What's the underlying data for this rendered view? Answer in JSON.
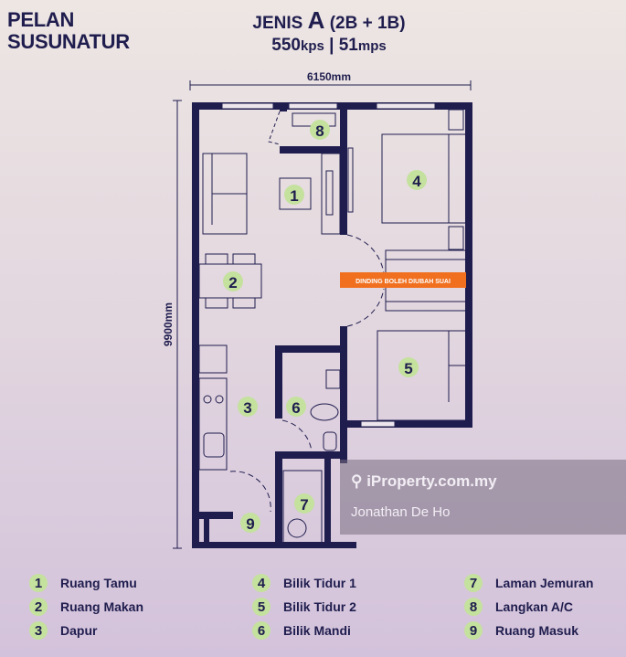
{
  "header": {
    "title_line1": "PELAN",
    "title_line2": "SUSUNATUR",
    "type_prefix": "JENIS",
    "type_letter": "A",
    "type_rooms": "(2B + 1B)",
    "area_sqft": "550",
    "area_sqft_unit": "kps",
    "separator": "|",
    "area_sqm": "51",
    "area_sqm_unit": "mps"
  },
  "dimensions": {
    "width": "6150mm",
    "height": "9900mm"
  },
  "plan": {
    "room_numbers": [
      "1",
      "2",
      "3",
      "4",
      "5",
      "6",
      "7",
      "8",
      "9"
    ],
    "partition_label": "DINDING BOLEH DIUBAH SUAI"
  },
  "watermark": {
    "site": "iProperty.com.my",
    "agent": "Jonathan De Ho"
  },
  "legend": [
    {
      "num": "1",
      "label": "Ruang Tamu"
    },
    {
      "num": "2",
      "label": "Ruang Makan"
    },
    {
      "num": "3",
      "label": "Dapur"
    },
    {
      "num": "4",
      "label": "Bilik Tidur 1"
    },
    {
      "num": "5",
      "label": "Bilik Tidur 2"
    },
    {
      "num": "6",
      "label": "Bilik Mandi"
    },
    {
      "num": "7",
      "label": "Laman Jemuran"
    },
    {
      "num": "8",
      "label": "Langkan A/C"
    },
    {
      "num": "9",
      "label": "Ruang Masuk"
    }
  ],
  "colors": {
    "navy": "#1f1d4e",
    "room_badge": "#c4e19d",
    "partition": "#f07020"
  }
}
